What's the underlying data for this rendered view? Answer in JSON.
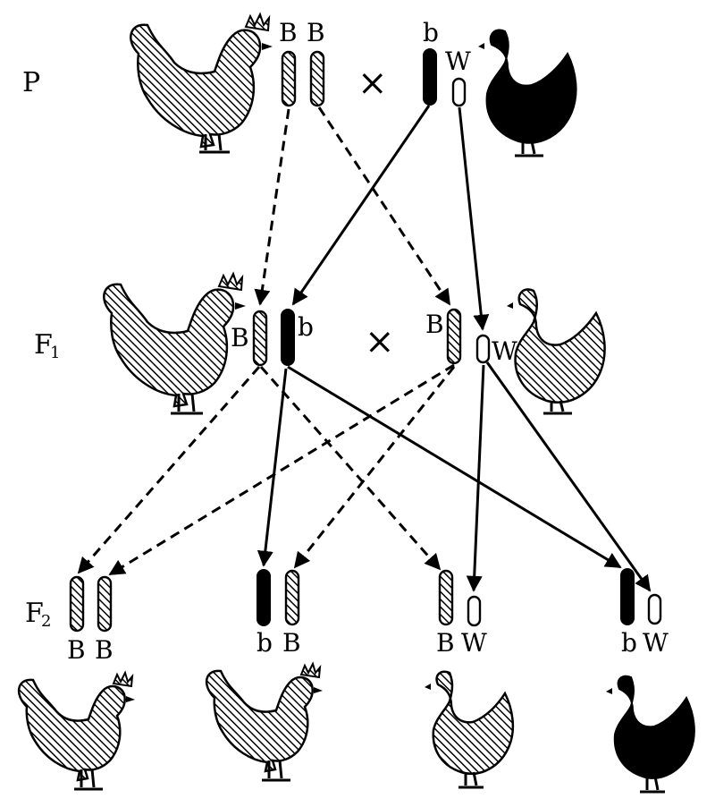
{
  "generations": {
    "p": "P",
    "f1": "F",
    "f1_sub": "1",
    "f2": "F",
    "f2_sub": "2"
  },
  "cross_symbol": "×",
  "alleles": {
    "p_male_left": "B",
    "p_male_right": "B",
    "p_female_z": "b",
    "p_female_w": "W",
    "f1_male_left": "B",
    "f1_male_right": "b",
    "f1_female_z": "B",
    "f1_female_w": "W",
    "f2_1_left": "B",
    "f2_1_right": "B",
    "f2_2_left": "b",
    "f2_2_right": "B",
    "f2_3_left": "B",
    "f2_3_right": "W",
    "f2_4_left": "b",
    "f2_4_right": "W"
  }
}
